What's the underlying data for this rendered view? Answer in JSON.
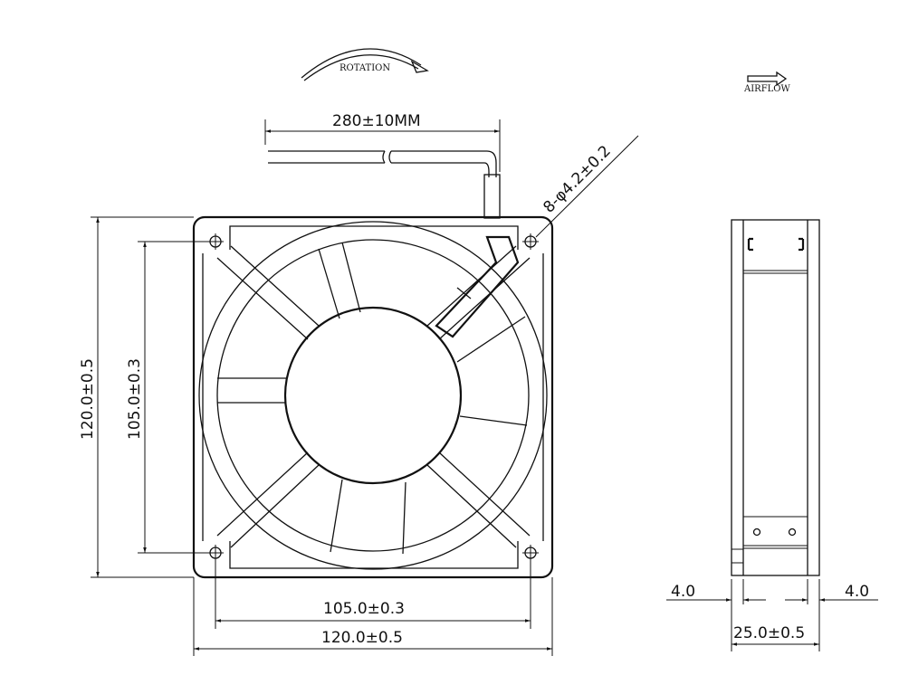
{
  "annotations": {
    "rotation": "ROTATION",
    "airflow": "AIRFLOW",
    "cable_length": "280±10MM",
    "mounting_holes": "8-φ4.2±0.2"
  },
  "front_view": {
    "height_outer": "120.0±0.5",
    "height_holes": "105.0±0.3",
    "width_holes": "105.0±0.3",
    "width_outer": "120.0±0.5"
  },
  "side_view": {
    "flange_left": "4.0",
    "flange_right": "4.0",
    "depth": "25.0±0.5"
  },
  "colors": {
    "line": "#111111",
    "background": "#ffffff"
  }
}
